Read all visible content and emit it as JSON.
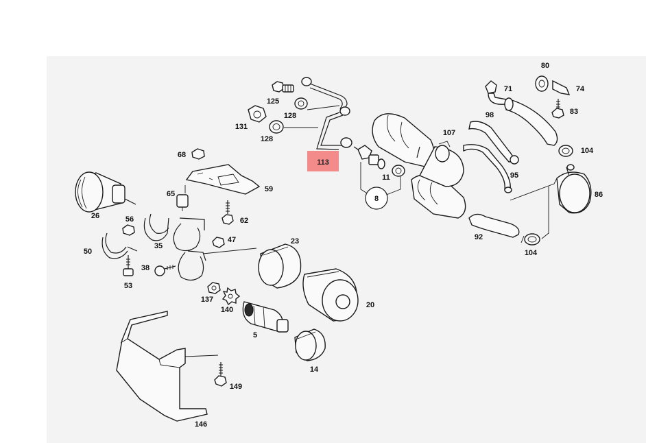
{
  "highlight": {
    "label": "113",
    "color": "#f48b8b"
  },
  "labels": {
    "l125": "125",
    "l128a": "128",
    "l128b": "128",
    "l131": "131",
    "l68": "68",
    "l59": "59",
    "l65": "65",
    "l62": "62",
    "l26": "26",
    "l56": "56",
    "l35": "35",
    "l47": "47",
    "l50": "50",
    "l38": "38",
    "l53": "53",
    "l23": "23",
    "l137": "137",
    "l140": "140",
    "l5": "5",
    "l20": "20",
    "l14": "14",
    "l149": "149",
    "l146": "146",
    "l8": "8",
    "l11": "11",
    "l107": "107",
    "l98": "98",
    "l71": "71",
    "l80": "80",
    "l74": "74",
    "l83": "83",
    "l104a": "104",
    "l104b": "104",
    "l95": "95",
    "l86": "86",
    "l92": "92"
  }
}
